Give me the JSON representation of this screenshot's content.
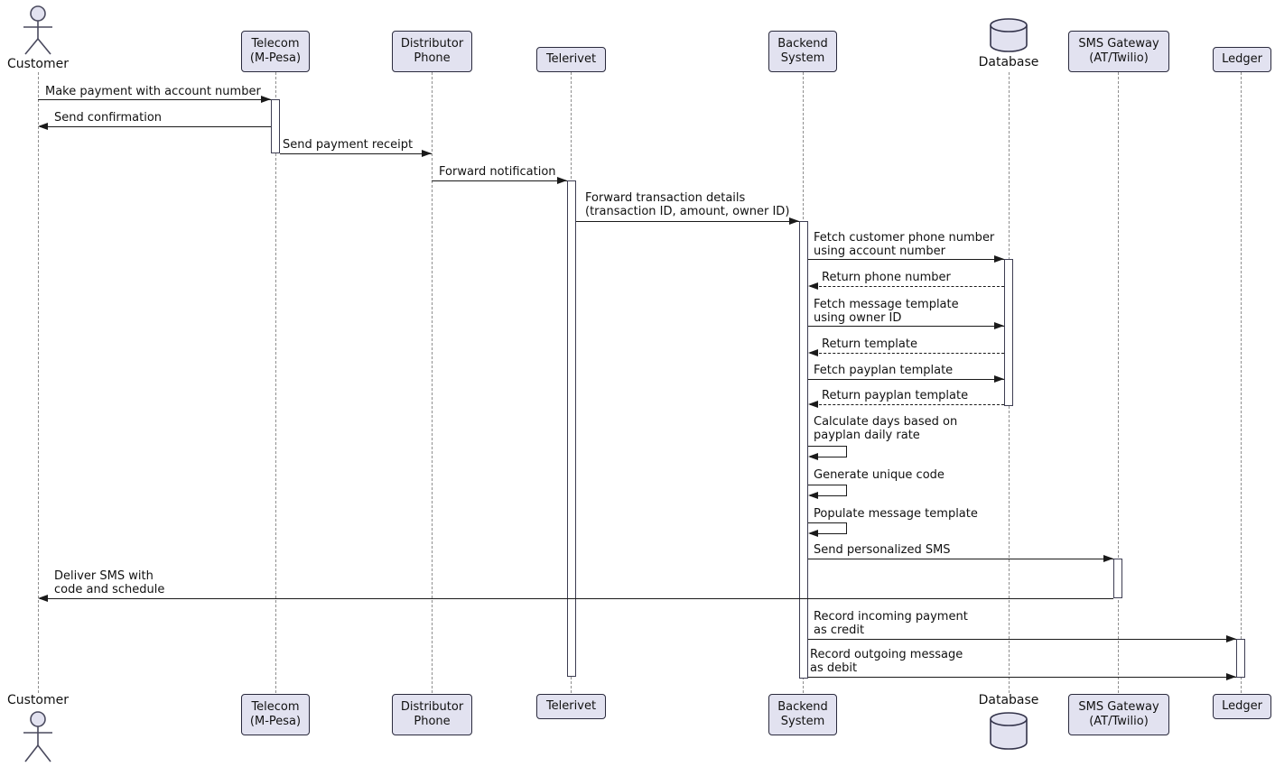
{
  "diagram_type": "uml-sequence-diagram",
  "colors": {
    "background": "#ffffff",
    "participant_fill": "#E2E2F0",
    "participant_border": "#2a2a3d",
    "lifeline": "#8f8f8f",
    "message_line": "#1a1a1a",
    "activation_fill": "#ffffff"
  },
  "participants": {
    "customer": {
      "label": "Customer",
      "type": "actor"
    },
    "telecom": {
      "line1": "Telecom",
      "line2": "(M-Pesa)",
      "type": "participant"
    },
    "distributor": {
      "line1": "Distributor",
      "line2": "Phone",
      "type": "participant"
    },
    "telerivet": {
      "line1": "Telerivet",
      "type": "participant"
    },
    "backend": {
      "line1": "Backend",
      "line2": "System",
      "type": "participant"
    },
    "database": {
      "label": "Database",
      "type": "database"
    },
    "sms_gateway": {
      "line1": "SMS Gateway",
      "line2": "(AT/Twilio)",
      "type": "participant"
    },
    "ledger": {
      "line1": "Ledger",
      "type": "participant"
    }
  },
  "messages": [
    {
      "from": "customer",
      "to": "telecom",
      "style": "solid",
      "text": "Make payment with account number"
    },
    {
      "from": "telecom",
      "to": "customer",
      "style": "solid",
      "text": "Send confirmation"
    },
    {
      "from": "telecom",
      "to": "distributor",
      "style": "solid",
      "text": "Send payment receipt"
    },
    {
      "from": "distributor",
      "to": "telerivet",
      "style": "solid",
      "text": "Forward notification"
    },
    {
      "from": "telerivet",
      "to": "backend",
      "style": "solid",
      "line1": "Forward transaction details",
      "line2": "(transaction ID, amount, owner ID)"
    },
    {
      "from": "backend",
      "to": "database",
      "style": "solid",
      "line1": "Fetch customer phone number",
      "line2": "using account number"
    },
    {
      "from": "database",
      "to": "backend",
      "style": "dashed",
      "text": "Return phone number"
    },
    {
      "from": "backend",
      "to": "database",
      "style": "solid",
      "line1": "Fetch message template",
      "line2": "using owner ID"
    },
    {
      "from": "database",
      "to": "backend",
      "style": "dashed",
      "text": "Return template"
    },
    {
      "from": "backend",
      "to": "database",
      "style": "solid",
      "text": "Fetch payplan template"
    },
    {
      "from": "database",
      "to": "backend",
      "style": "dashed",
      "text": "Return payplan template"
    },
    {
      "from": "backend",
      "to": "backend",
      "style": "self",
      "line1": "Calculate days based on",
      "line2": "payplan daily rate"
    },
    {
      "from": "backend",
      "to": "backend",
      "style": "self",
      "text": "Generate unique code"
    },
    {
      "from": "backend",
      "to": "backend",
      "style": "self",
      "text": "Populate message template"
    },
    {
      "from": "backend",
      "to": "sms_gateway",
      "style": "solid",
      "text": "Send personalized SMS"
    },
    {
      "from": "sms_gateway",
      "to": "customer",
      "style": "solid",
      "line1": "Deliver SMS with",
      "line2": "code and schedule"
    },
    {
      "from": "backend",
      "to": "ledger",
      "style": "solid",
      "line1": "Record incoming payment",
      "line2": "as credit"
    },
    {
      "from": "backend",
      "to": "ledger",
      "style": "solid",
      "line1": "Record outgoing message",
      "line2": "as debit"
    }
  ]
}
